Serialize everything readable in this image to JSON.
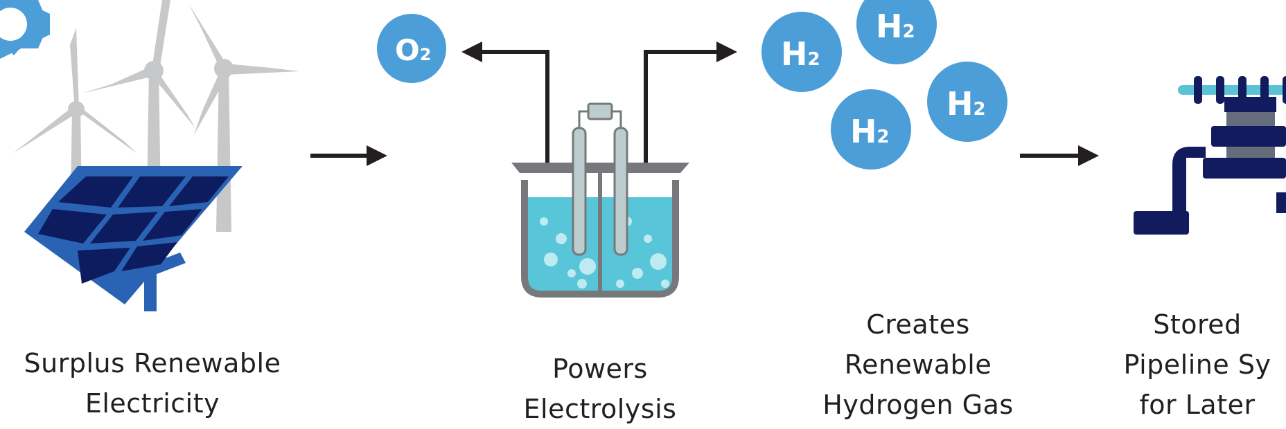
{
  "colors": {
    "panel_blue": "#2b63b4",
    "panel_dark": "#0d1c5e",
    "turbine_gray": "#c6c8ca",
    "molecule_blue": "#4b9ed8",
    "water": "#58c6d8",
    "beaker_gray": "#76787b",
    "electrode": "#bccdd0",
    "pipe_navy": "#121b5d",
    "pipe_slate": "#656d7d",
    "pipe_teal": "#5bc3d6",
    "arrow": "#231f20",
    "sun": "#4b9ed8"
  },
  "icons": [
    "sun-icon",
    "wind-turbine-icon",
    "solar-panel-icon",
    "electrolysis-beaker-icon",
    "molecule-icon",
    "pipeline-valve-icon",
    "arrow-right-icon"
  ],
  "molecules": {
    "oxygen": {
      "symbol": "O",
      "subscript": "2"
    },
    "hydrogen": [
      {
        "symbol": "H",
        "subscript": "2"
      },
      {
        "symbol": "H",
        "subscript": "2"
      },
      {
        "symbol": "H",
        "subscript": "2"
      },
      {
        "symbol": "H",
        "subscript": "2"
      }
    ]
  },
  "steps": [
    {
      "line1": "Surplus Renewable",
      "line2": "Electricity"
    },
    {
      "line1": "Powers",
      "line2": "Electrolysis"
    },
    {
      "line1": "Creates",
      "line2": "Renewable",
      "line3": "Hydrogen Gas"
    },
    {
      "line1": "Stored",
      "line2": "Pipeline Sy",
      "line3": "for Later"
    }
  ]
}
